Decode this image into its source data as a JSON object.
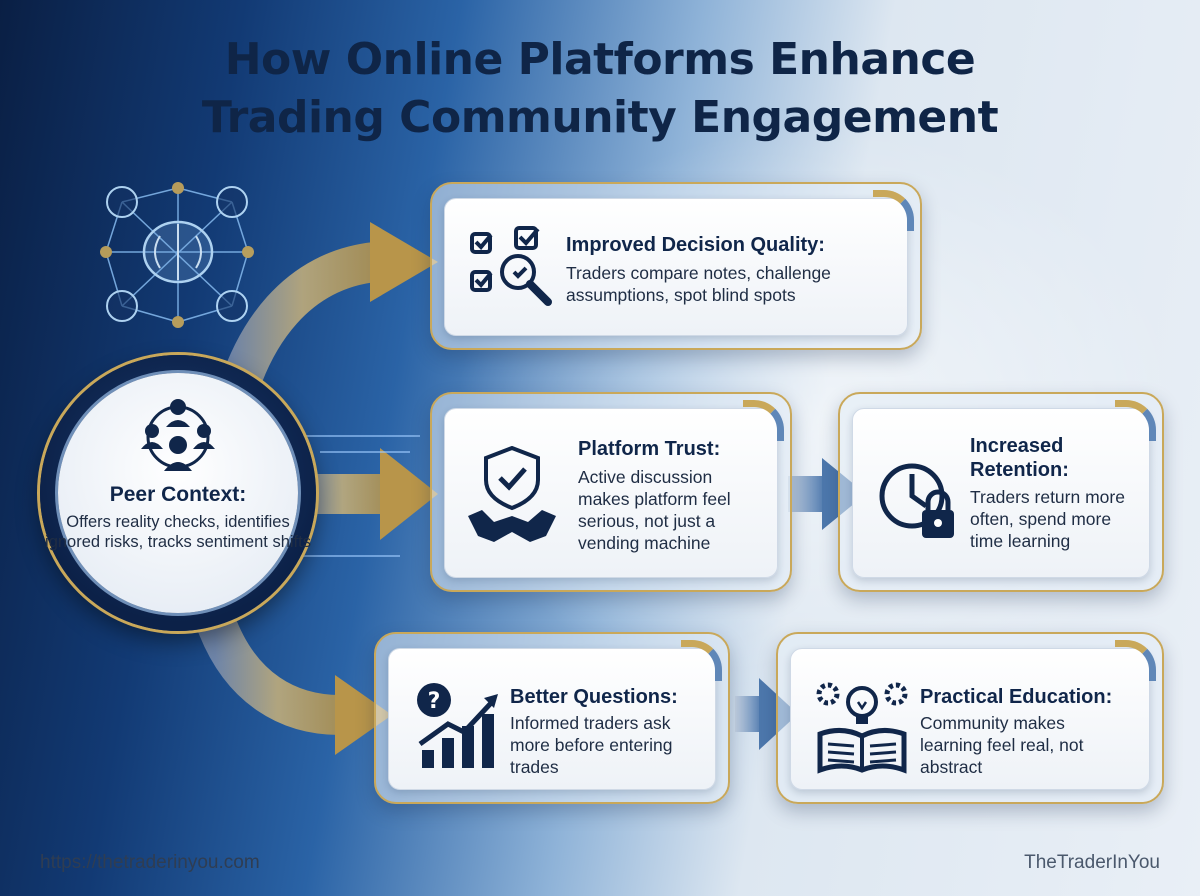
{
  "title": {
    "line1": "How Online Platforms Enhance",
    "line2": "Trading Community Engagement"
  },
  "center": {
    "title": "Peer Context:",
    "description": "Offers reality checks, identifies ignored risks, tracks sentiment shifts",
    "icon": "people-network-icon"
  },
  "cards": {
    "decision": {
      "title": "Improved Decision Quality:",
      "description": "Traders compare notes, challenge assumptions, spot blind spots",
      "icon": "checklist-magnifier-icon"
    },
    "trust": {
      "title": "Platform Trust:",
      "description": "Active discussion makes platform feel serious, not just a vending machine",
      "icon": "shield-handshake-icon"
    },
    "retention": {
      "title": "Increased Retention:",
      "description": "Traders return more often, spend more time learning",
      "icon": "clock-lock-icon"
    },
    "questions": {
      "title": "Better Questions:",
      "description": "Informed traders ask more before entering trades",
      "icon": "question-chart-icon"
    },
    "education": {
      "title": "Practical Education:",
      "description": "Community makes learning feel real, not abstract",
      "icon": "book-lightbulb-icon"
    }
  },
  "footer": {
    "url": "https://thetraderinyou.com",
    "brand": "TheTraderInYou"
  },
  "colors": {
    "navy": "#0f2547",
    "gold": "#c9a85a",
    "steel_blue": "#5f87b8"
  }
}
